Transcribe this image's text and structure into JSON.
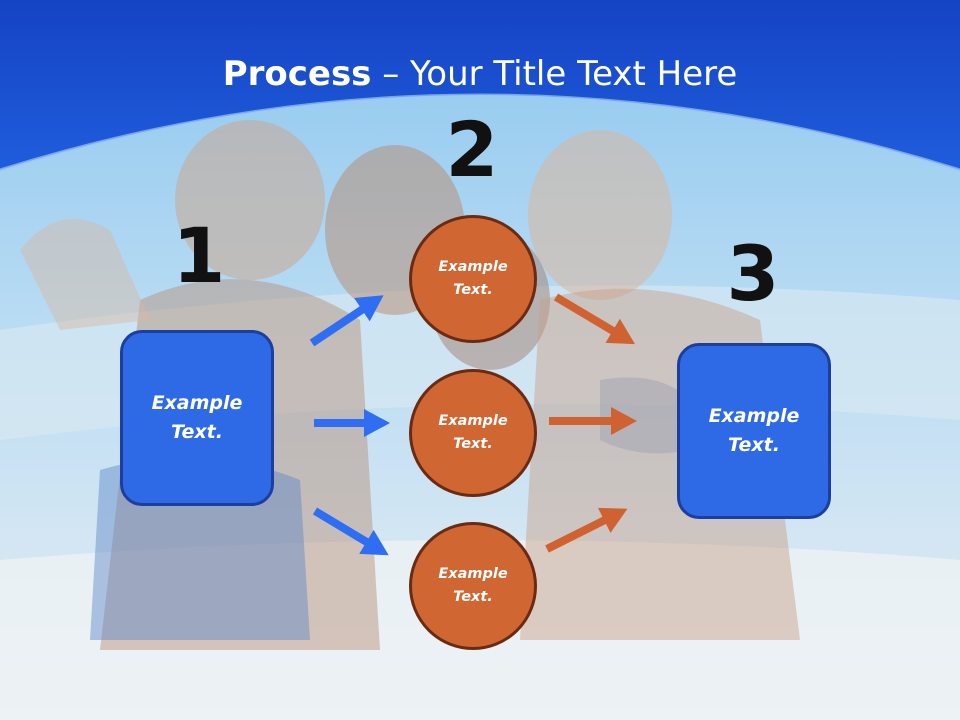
{
  "title": {
    "bold": "Process",
    "rest": " – Your Title Text Here"
  },
  "steps": [
    {
      "number": "1",
      "label": "Example Text."
    },
    {
      "number": "2",
      "items": [
        "Example Text.",
        "Example Text.",
        "Example Text."
      ]
    },
    {
      "number": "3",
      "label": "Example Text."
    }
  ],
  "colors": {
    "header": "#1746c9",
    "box": "#2e6ae6",
    "circle": "#d06632",
    "blue_arrow": "#2f6df2",
    "orange_arrow": "#cf6230"
  }
}
